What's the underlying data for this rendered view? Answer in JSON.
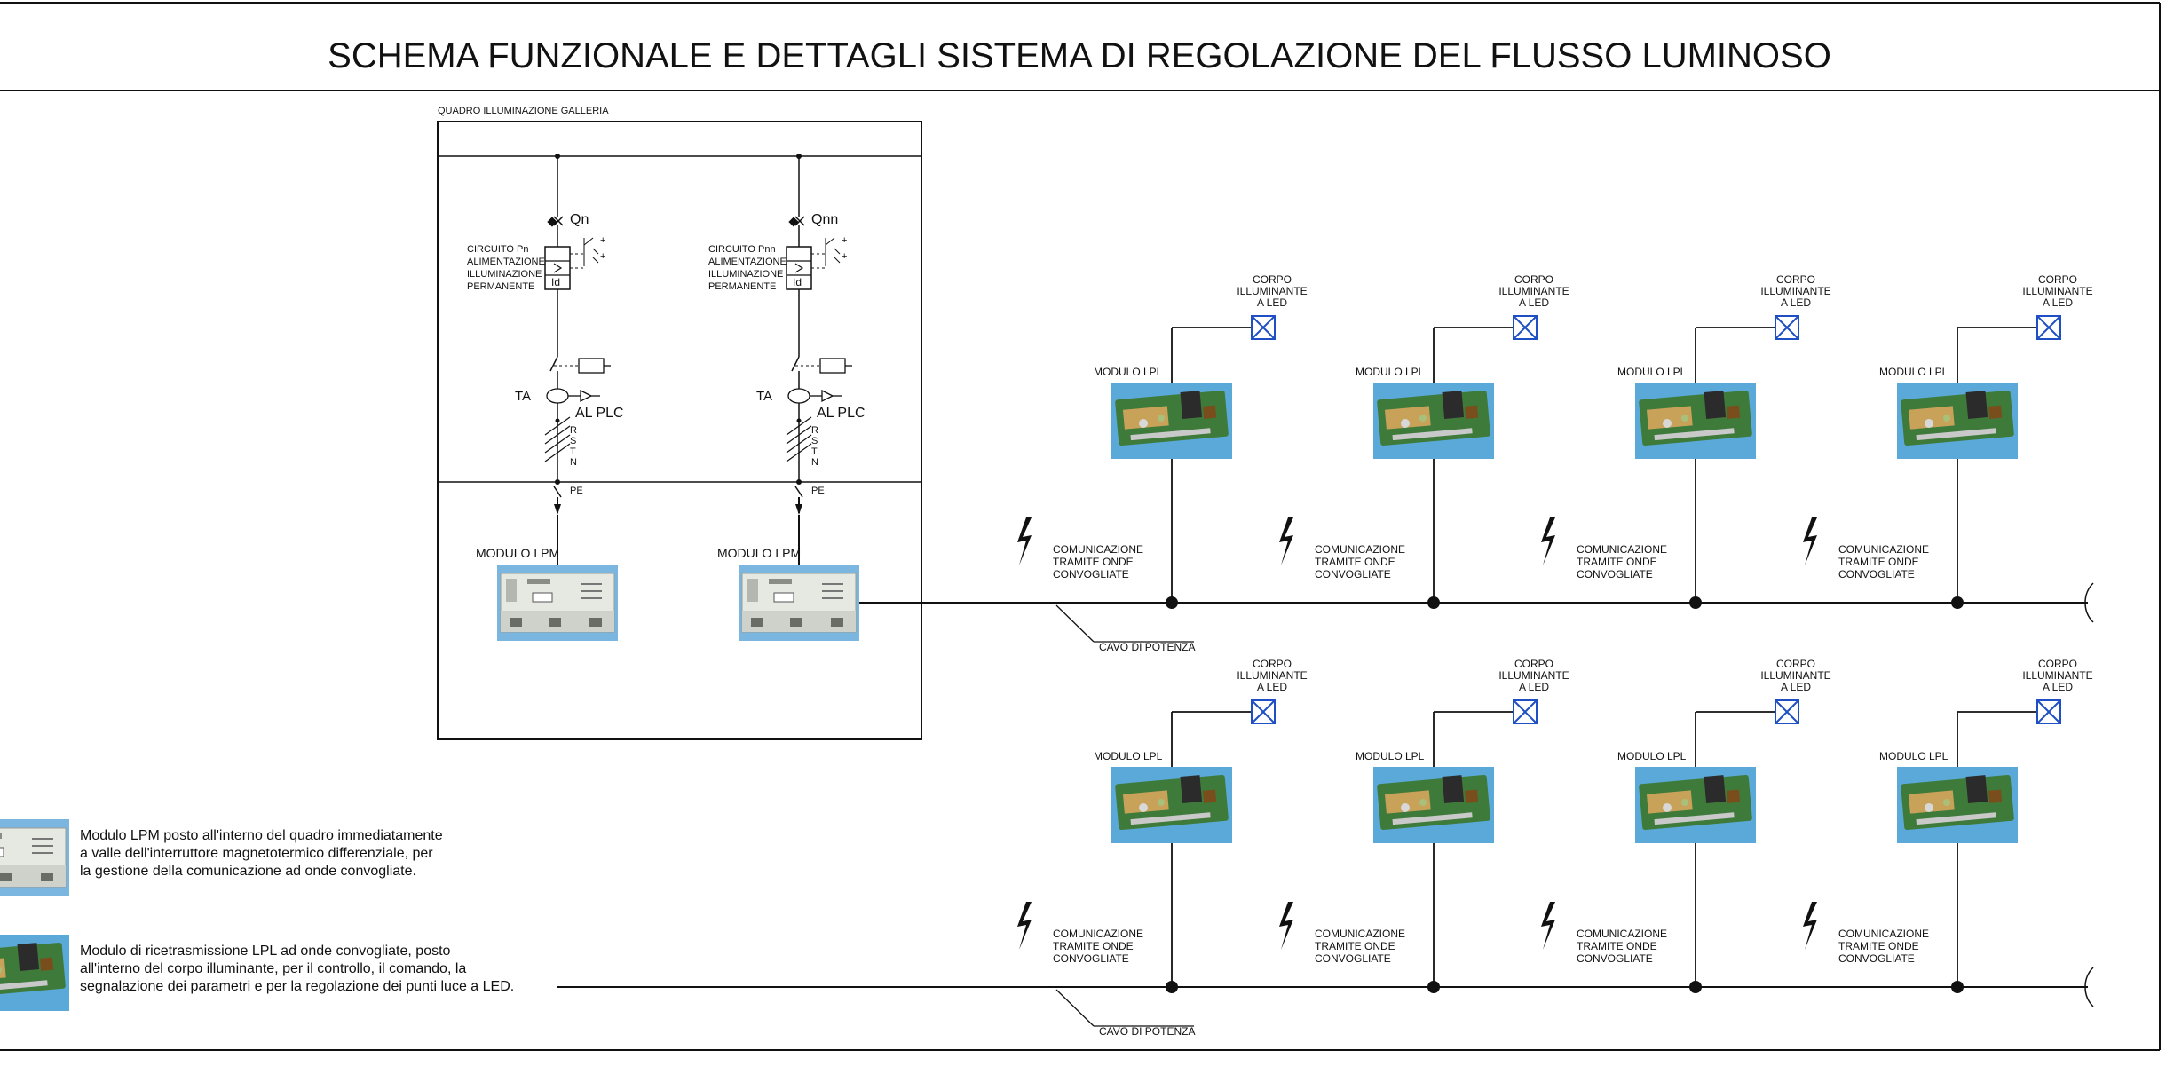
{
  "title": "SCHEMA FUNZIONALE E DETTAGLI SISTEMA DI REGOLAZIONE DEL FLUSSO LUMINOSO",
  "panel": {
    "label": "QUADRO ILLUMINAZIONE GALLERIA",
    "circuits": [
      {
        "breaker": "Qn",
        "desc": [
          "CIRCUITO Pn",
          "ALIMENTAZIONE",
          "ILLUMINAZIONE",
          "PERMANENTE"
        ],
        "id_label": "Id",
        "ta": "TA",
        "al_plc": "AL  PLC",
        "phases": [
          "R",
          "S",
          "T",
          "N"
        ],
        "pe": "PE",
        "module": "MODULO LPM"
      },
      {
        "breaker": "Qnn",
        "desc": [
          "CIRCUITO Pnn",
          "ALIMENTAZIONE",
          "ILLUMINAZIONE",
          "PERMANENTE"
        ],
        "id_label": "Id",
        "ta": "TA",
        "al_plc": "AL  PLC",
        "phases": [
          "R",
          "S",
          "T",
          "N"
        ],
        "pe": "PE",
        "module": "MODULO LPM"
      }
    ]
  },
  "rows": [
    {
      "cable": "CAVO DI POTENZA",
      "units": [
        {
          "fixture": [
            "CORPO",
            "ILLUMINANTE",
            "A LED"
          ],
          "module": "MODULO LPL",
          "comm": [
            "COMUNICAZIONE",
            "TRAMITE ONDE",
            "CONVOGLIATE"
          ]
        },
        {
          "fixture": [
            "CORPO",
            "ILLUMINANTE",
            "A LED"
          ],
          "module": "MODULO LPL",
          "comm": [
            "COMUNICAZIONE",
            "TRAMITE ONDE",
            "CONVOGLIATE"
          ]
        },
        {
          "fixture": [
            "CORPO",
            "ILLUMINANTE",
            "A LED"
          ],
          "module": "MODULO LPL",
          "comm": [
            "COMUNICAZIONE",
            "TRAMITE ONDE",
            "CONVOGLIATE"
          ]
        },
        {
          "fixture": [
            "CORPO",
            "ILLUMINANTE",
            "A LED"
          ],
          "module": "MODULO LPL",
          "comm": [
            "COMUNICAZIONE",
            "TRAMITE ONDE",
            "CONVOGLIATE"
          ]
        }
      ]
    },
    {
      "cable": "CAVO DI POTENZA",
      "units": [
        {
          "fixture": [
            "CORPO",
            "ILLUMINANTE",
            "A LED"
          ],
          "module": "MODULO LPL",
          "comm": [
            "COMUNICAZIONE",
            "TRAMITE ONDE",
            "CONVOGLIATE"
          ]
        },
        {
          "fixture": [
            "CORPO",
            "ILLUMINANTE",
            "A LED"
          ],
          "module": "MODULO LPL",
          "comm": [
            "COMUNICAZIONE",
            "TRAMITE ONDE",
            "CONVOGLIATE"
          ]
        },
        {
          "fixture": [
            "CORPO",
            "ILLUMINANTE",
            "A LED"
          ],
          "module": "MODULO LPL",
          "comm": [
            "COMUNICAZIONE",
            "TRAMITE ONDE",
            "CONVOGLIATE"
          ]
        },
        {
          "fixture": [
            "CORPO",
            "ILLUMINANTE",
            "A LED"
          ],
          "module": "MODULO LPL",
          "comm": [
            "COMUNICAZIONE",
            "TRAMITE ONDE",
            "CONVOGLIATE"
          ]
        }
      ]
    }
  ],
  "legend": [
    {
      "icon": "lpm-module-photo",
      "lines": [
        "Modulo LPM posto all'interno del quadro immediatamente",
        "a valle dell'interruttore magnetotermico differenziale, per",
        "la gestione della comunicazione ad onde convogliate."
      ]
    },
    {
      "icon": "lpl-module-photo",
      "lines": [
        "Modulo di ricetrasmissione LPL  ad onde convogliate, posto",
        "all'interno del corpo illuminante, per il controllo, il comando, la",
        "segnalazione dei parametri e per la regolazione dei punti luce a LED."
      ]
    }
  ],
  "colors": {
    "line": "#111111",
    "fixture": "#1f4fc4",
    "photo_bg": "#5aa9d8",
    "pcb": "#3e7a3a",
    "lpm_body": "#e6e8e2"
  }
}
